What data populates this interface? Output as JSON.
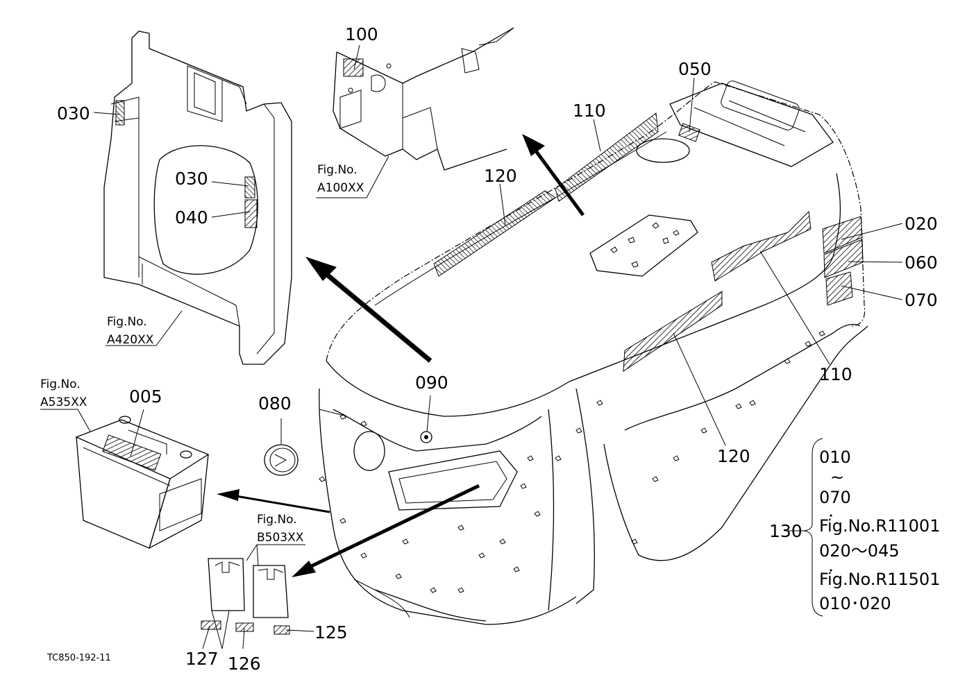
{
  "callouts": {
    "c100": "100",
    "c050": "050",
    "c110a": "110",
    "c120a": "120",
    "c030a": "030",
    "c030b": "030",
    "c040": "040",
    "c020": "020",
    "c060": "060",
    "c070": "070",
    "c110b": "110",
    "c120b": "120",
    "c005": "005",
    "c080": "080",
    "c090": "090",
    "c125": "125",
    "c126": "126",
    "c127": "127",
    "c130": "130"
  },
  "figrefs": {
    "a100": {
      "line1": "Fig.No.",
      "line2": "A100XX"
    },
    "a420": {
      "line1": "Fig.No.",
      "line2": "A420XX"
    },
    "a535": {
      "line1": "Fig.No.",
      "line2": "A535XX"
    },
    "b503": {
      "line1": "Fig.No.",
      "line2": "B503XX"
    }
  },
  "bracket_note": {
    "l1": "010",
    "l2": "~",
    "l3": "070",
    "l4": "Fig.No.R11001",
    "l5": "020～045",
    "l6": "Fig.No.R11501",
    "l7": "010･020"
  },
  "drawing_code": "TC850-192-11"
}
